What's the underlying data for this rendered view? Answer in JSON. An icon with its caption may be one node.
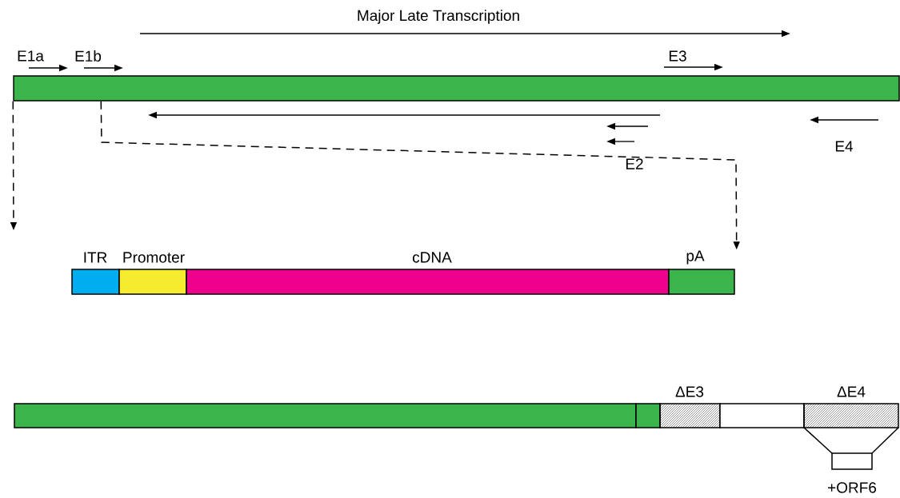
{
  "diagram": {
    "nodes": [
      {
        "text": [],
        "shape": "bar"
      },
      {
        "text": [
          "ITR"
        ]
      },
      {
        "text": [
          "Promoter"
        ]
      },
      {
        "text": [
          "cDNA"
        ]
      },
      {
        "text": [
          "pA"
        ]
      },
      {
        "text": [],
        "shape": "bar"
      },
      {
        "text": [],
        "shape": "bar"
      },
      {
        "text": [
          "ΔE3"
        ]
      },
      {
        "text": [],
        "shape": "bar"
      },
      {
        "text": [
          "ΔE4"
        ]
      },
      {
        "text": [
          "+ORF6"
        ]
      }
    ],
    "edges": [
      {
        "from": 0,
        "to": null,
        "arrow": "to",
        "style": "dashed"
      },
      {
        "from": 0,
        "to": 4,
        "arrow": "to",
        "style": "dashed"
      }
    ],
    "labels": [
      "Major Late Transcription",
      "E1a",
      "E1b",
      "E3",
      "E2",
      "E4"
    ]
  }
}
